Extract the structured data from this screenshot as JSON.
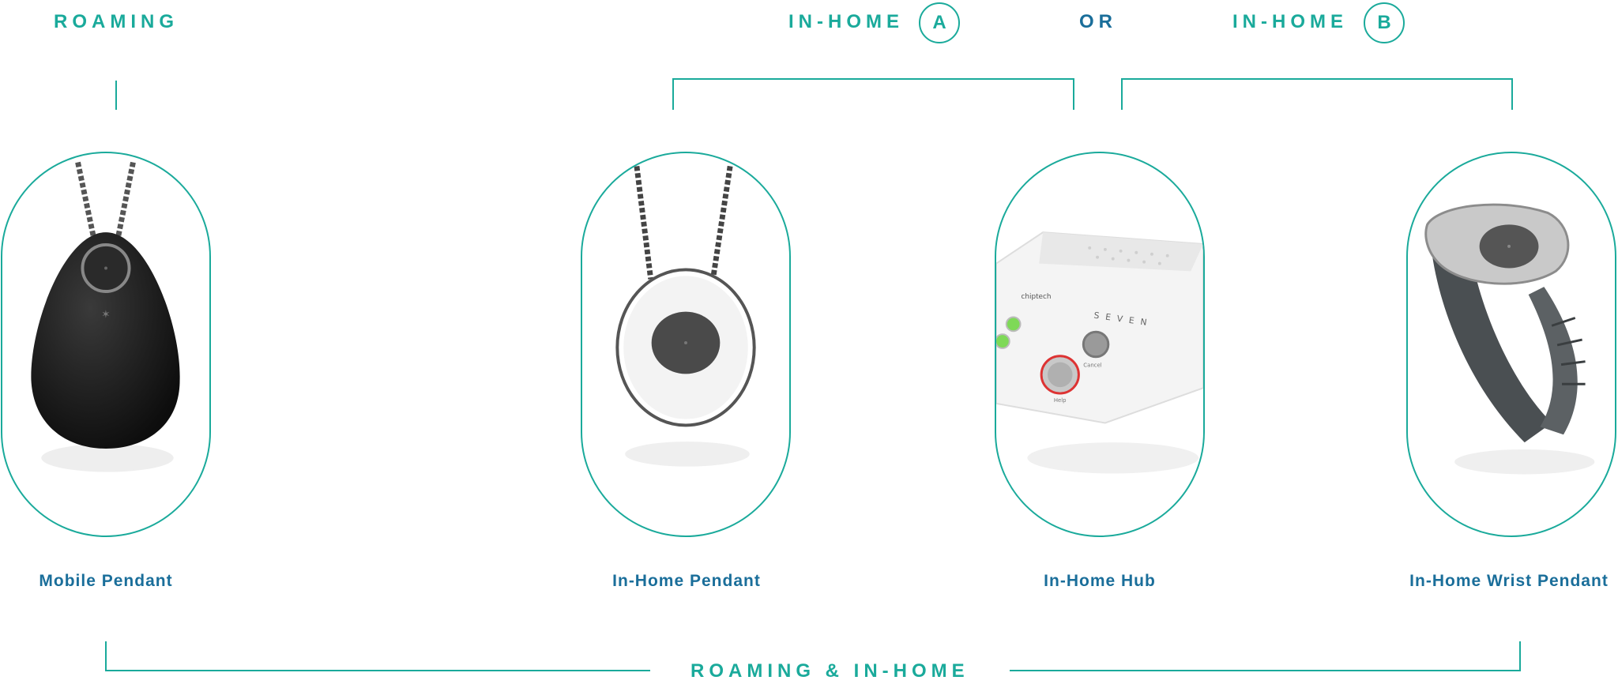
{
  "headings": {
    "roaming": "ROAMING",
    "in_home_a": "IN-HOME",
    "letter_a": "A",
    "or": "OR",
    "in_home_b": "IN-HOME",
    "letter_b": "B",
    "roaming_and_in_home": "ROAMING & IN-HOME"
  },
  "devices": [
    {
      "label": "Mobile Pendant",
      "icon": "black-teardrop-pendant-icon"
    },
    {
      "label": "In-Home Pendant",
      "icon": "white-oval-pendant-icon"
    },
    {
      "label": "In-Home Hub",
      "icon": "hub-base-station-icon"
    },
    {
      "label": "In-Home Wrist Pendant",
      "icon": "wrist-pendant-icon"
    }
  ],
  "hub_text": {
    "brand": "chiptech",
    "model": "SEVEN",
    "cancel": "Cancel",
    "help": "Help"
  },
  "colors": {
    "accent_teal": "#1aaa9b",
    "label_blue": "#1a6e9a"
  }
}
